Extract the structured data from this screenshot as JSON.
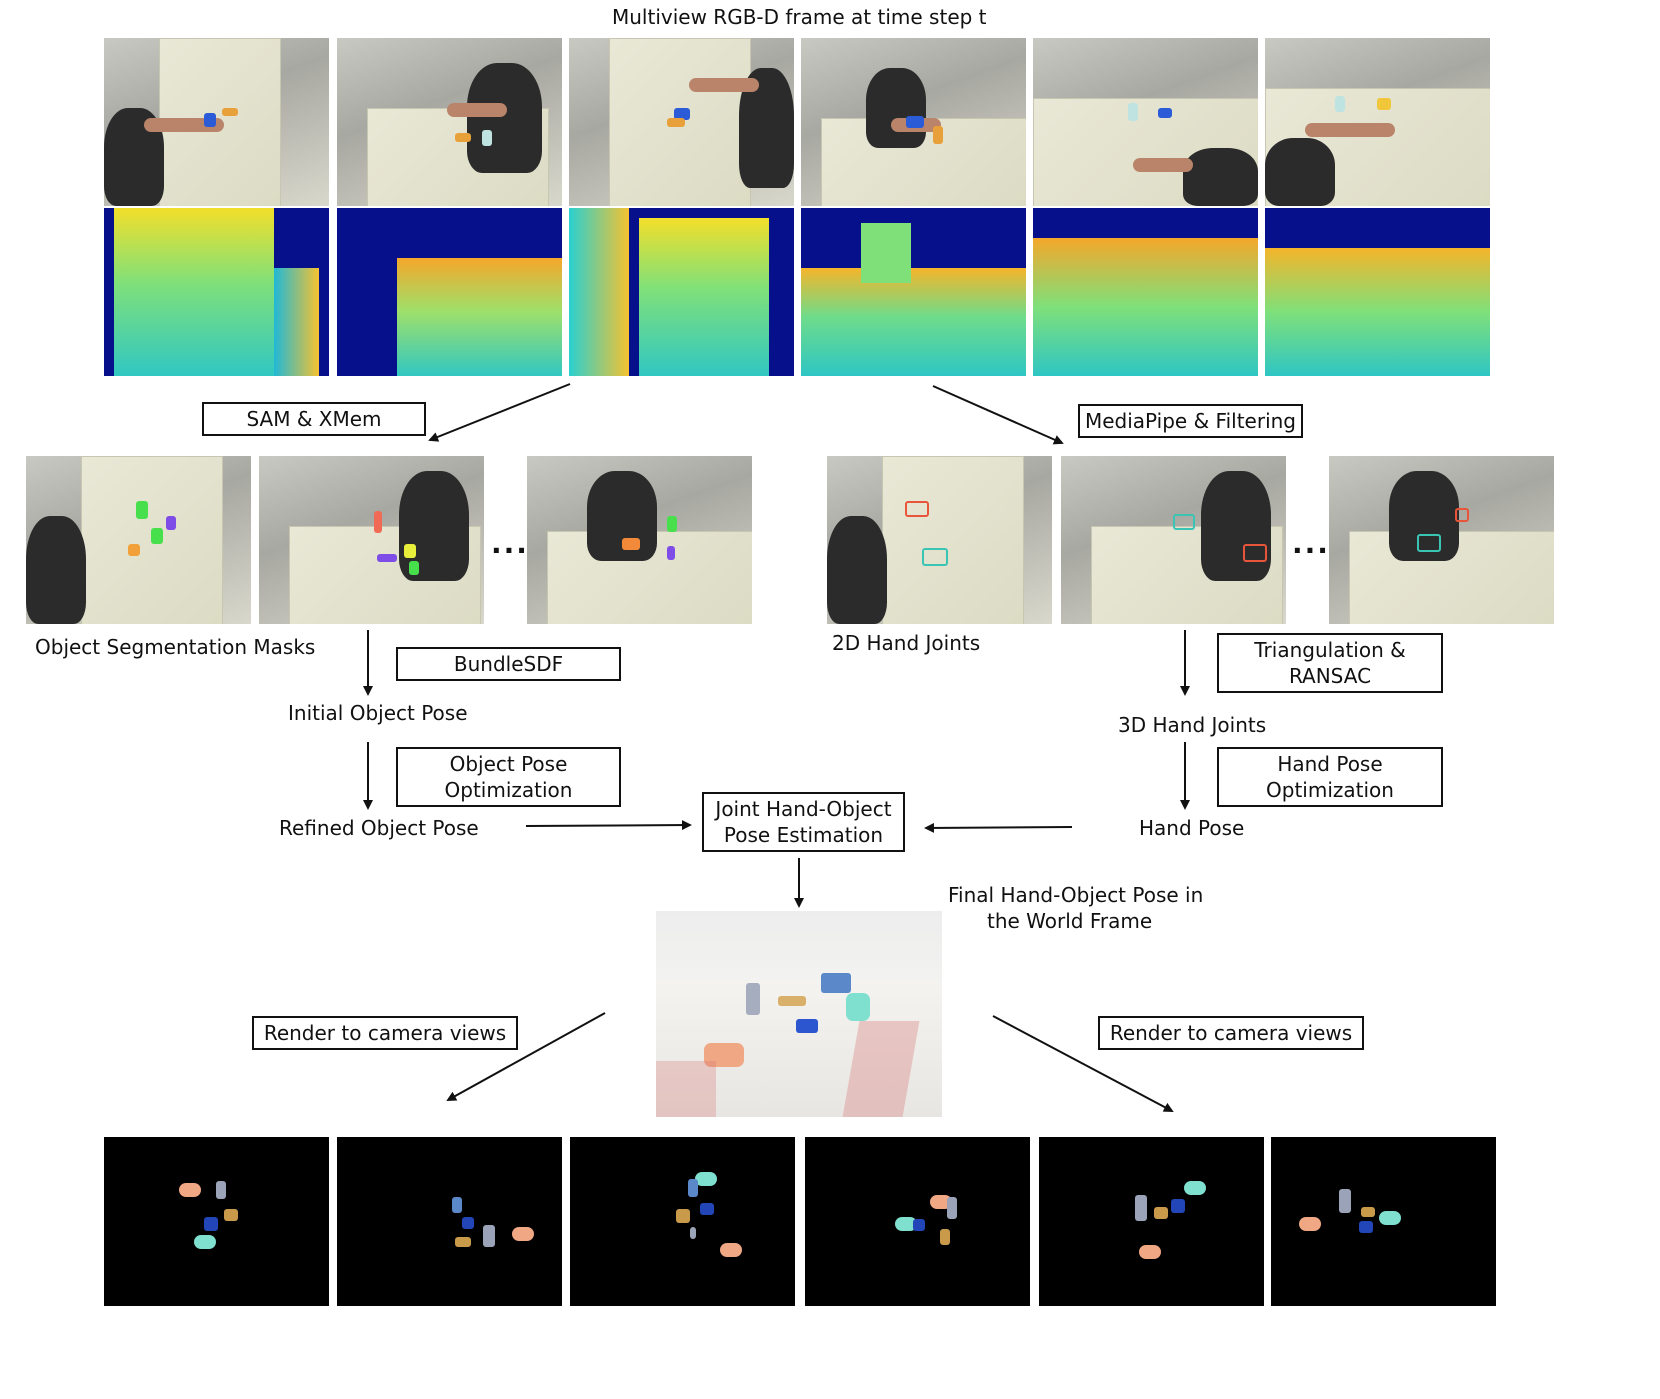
{
  "title": "Multiview RGB-D frame at time step t",
  "boxes": {
    "sam_xmem": "SAM & XMem",
    "mediapipe": "MediaPipe & Filtering",
    "bundlesdf": "BundleSDF",
    "obj_opt_1": "Object Pose",
    "obj_opt_2": "Optimization",
    "tri_1": "Triangulation &",
    "tri_2": "RANSAC",
    "hand_opt_1": "Hand Pose",
    "hand_opt_2": "Optimization",
    "joint_1": "Joint Hand-Object",
    "joint_2": "Pose Estimation",
    "render_left": "Render to camera views",
    "render_right": "Render to camera views"
  },
  "labels": {
    "seg_masks": "Object Segmentation Masks",
    "hand_2d": "2D Hand Joints",
    "initial_pose": "Initial Object Pose",
    "refined_pose": "Refined Object Pose",
    "hand_3d": "3D Hand Joints",
    "hand_pose": "Hand Pose",
    "final_1": "Final Hand-Object Pose in",
    "final_2": "the World Frame",
    "ellipsis_left": "...",
    "ellipsis_right": "..."
  }
}
